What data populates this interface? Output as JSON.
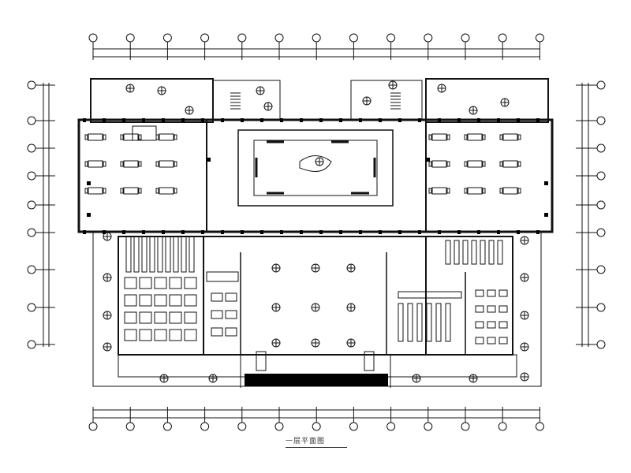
{
  "drawing": {
    "title": "一层平面图",
    "column_markers": 13,
    "row_markers": 9,
    "colors": {
      "line": "#111111",
      "fill_dark": "#000000",
      "paper": "#ffffff"
    }
  }
}
